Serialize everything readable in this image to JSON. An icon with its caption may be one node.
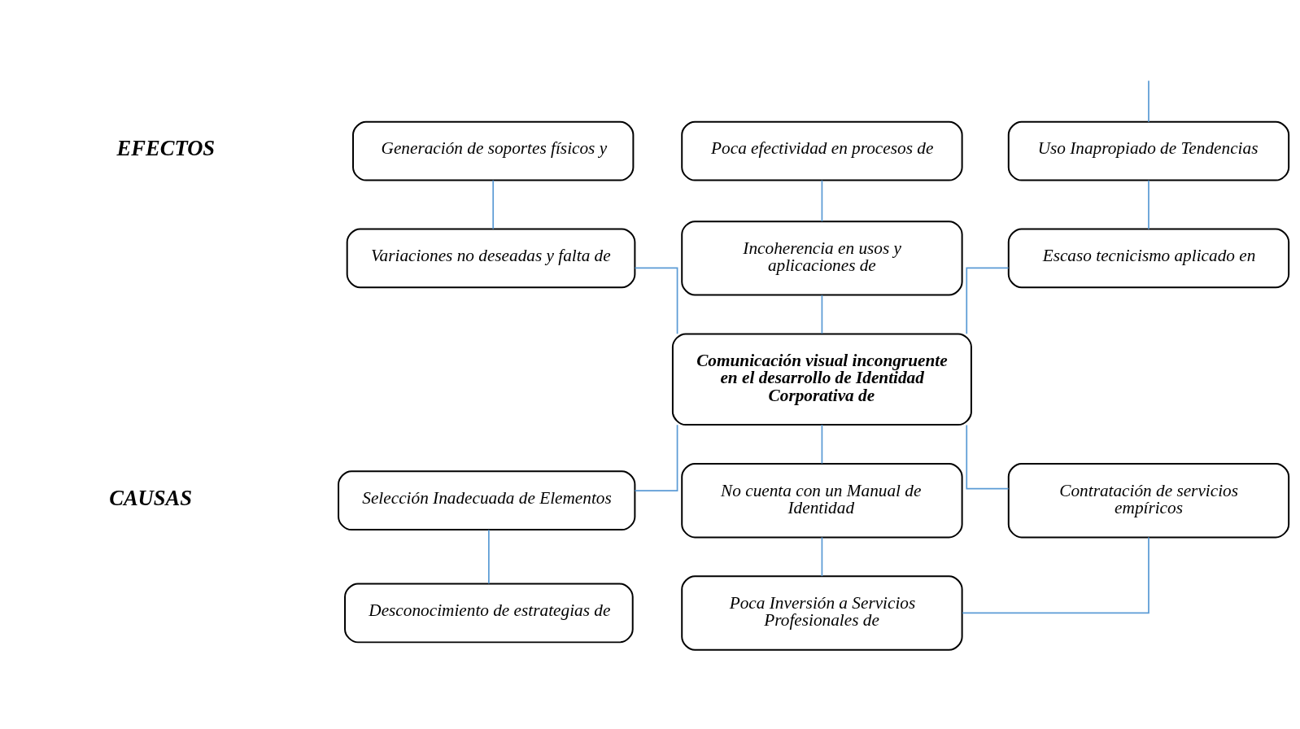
{
  "diagram": {
    "nodes": [
      {
        "text": [
          "Generación de soportes físicos y"
        ]
      },
      {
        "text": [
          "Poca efectividad en procesos de"
        ]
      },
      {
        "text": [
          "Uso Inapropiado de Tendencias"
        ]
      },
      {
        "text": [
          "Variaciones no deseadas y falta de"
        ]
      },
      {
        "text": [
          "Incoherencia en usos y aplicaciones de"
        ]
      },
      {
        "text": [
          "Escaso tecnicismo aplicado en"
        ]
      },
      {
        "text": [
          "Comunicación visual incongruente en el desarrollo de Identidad Corporativa de"
        ]
      },
      {
        "text": [
          "Selección Inadecuada de Elementos"
        ]
      },
      {
        "text": [
          "No cuenta con un Manual de Identidad"
        ]
      },
      {
        "text": [
          "Contratación de servicios empíricos"
        ]
      },
      {
        "text": [
          "Desconocimiento de estrategias de"
        ]
      },
      {
        "text": [
          "Poca Inversión a Servicios Profesionales de"
        ]
      }
    ],
    "edges": [
      {
        "from": null,
        "to": 2,
        "arrow": "none"
      },
      {
        "from": 0,
        "to": 3,
        "arrow": "none"
      },
      {
        "from": 1,
        "to": 4,
        "arrow": "none"
      },
      {
        "from": 2,
        "to": 5,
        "arrow": "none"
      },
      {
        "from": 3,
        "to": 6,
        "arrow": "none"
      },
      {
        "from": 4,
        "to": 6,
        "arrow": "none"
      },
      {
        "from": 5,
        "to": 6,
        "arrow": "none"
      },
      {
        "from": 6,
        "to": 7,
        "arrow": "none"
      },
      {
        "from": 6,
        "to": 8,
        "arrow": "none"
      },
      {
        "from": 6,
        "to": 9,
        "arrow": "none"
      },
      {
        "from": 7,
        "to": 10,
        "arrow": "none"
      },
      {
        "from": 8,
        "to": 11,
        "arrow": "none"
      },
      {
        "from": 9,
        "to": 11,
        "arrow": "none"
      }
    ],
    "labels": [
      "EFECTOS",
      "CAUSAS"
    ]
  }
}
